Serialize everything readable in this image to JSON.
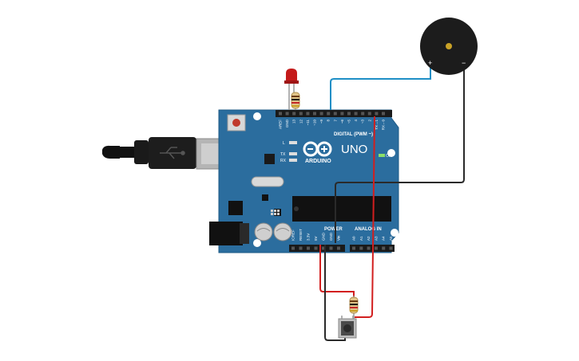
{
  "board": {
    "brand": "ARDUINO",
    "model": "UNO",
    "digital_header_label": "DIGITAL (PWM ~)",
    "analog_header_label": "ANALOG IN",
    "power_header_label": "POWER",
    "on_led_label": "ON",
    "l_led_label": "L",
    "tx_label": "TX",
    "rx_label": "RX",
    "digital_pins": [
      "AREF",
      "GND",
      "13",
      "12",
      "~11",
      "~10",
      "~9",
      "8",
      "7",
      "~6",
      "~5",
      "4",
      "~3",
      "2",
      "TX→1",
      "RX←0"
    ],
    "power_pins": [
      "IOREF",
      "RESET",
      "3.3V",
      "5V",
      "GND",
      "GND",
      "Vin"
    ],
    "analog_pins": [
      "A0",
      "A1",
      "A2",
      "A3",
      "A4",
      "A5"
    ]
  },
  "buzzer": {
    "plus_label": "+",
    "minus_label": "−"
  },
  "colors": {
    "board": "#2b6d9e",
    "board_edge": "#1e5a85",
    "wire_blue": "#1e8fc6",
    "wire_red": "#d21f1f",
    "wire_black": "#2a2a2a",
    "led_red": "#c41a1a",
    "buzzer_body": "#1c1c1c",
    "button_body": "#4a4a4a",
    "usb_gray": "#b5b5b5"
  }
}
